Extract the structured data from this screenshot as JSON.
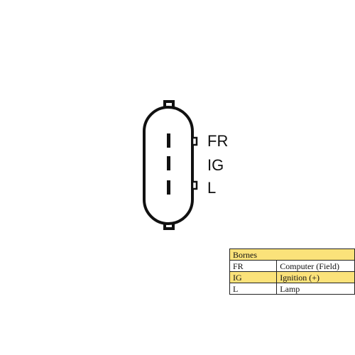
{
  "connector": {
    "pins": [
      {
        "label": "FR",
        "has_tab": true
      },
      {
        "label": "IG",
        "has_tab": false
      },
      {
        "label": "L",
        "has_tab": true
      }
    ]
  },
  "legend": {
    "title": "Bornes",
    "rows": [
      {
        "terminal": "FR",
        "description": "Computer (Field)",
        "highlight": false
      },
      {
        "terminal": "IG",
        "description": "Ignition (+)",
        "highlight": true
      },
      {
        "terminal": "L",
        "description": "Lamp",
        "highlight": false
      }
    ]
  },
  "colors": {
    "outline": "#111111",
    "legend_highlight": "#fbe27a"
  }
}
